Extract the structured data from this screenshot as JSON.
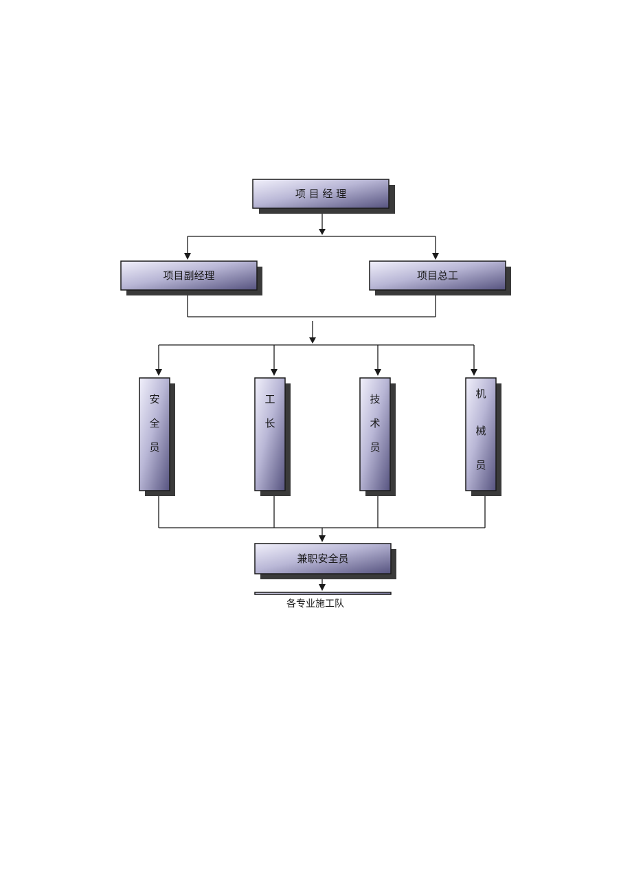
{
  "nodes": {
    "manager": "项 目 经 理",
    "deputy_manager": "项目副经理",
    "chief_engineer": "项目总工",
    "safety_officer": [
      "安",
      "全",
      "员"
    ],
    "foreman": [
      "工",
      "长"
    ],
    "technician": [
      "技",
      "术",
      "员"
    ],
    "mechanic": [
      "机",
      "械",
      "员"
    ],
    "part_time_safety": "兼职安全员",
    "construction_teams": "各专业施工队"
  }
}
